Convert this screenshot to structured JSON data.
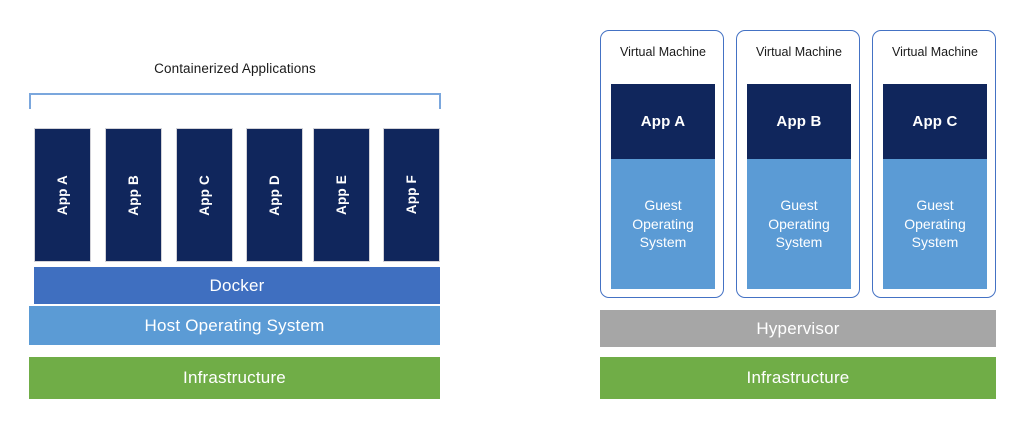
{
  "diagram": {
    "title_left": "Containerized Applications",
    "colors": {
      "app_navy": "#10265c",
      "docker_blue": "#3f6fc0",
      "host_os_blue": "#5b9bd5",
      "infrastructure_green": "#70ad47",
      "hypervisor_gray": "#a6a6a6",
      "vm_border_blue": "#4472c4",
      "bracket_blue": "#7ba7dd"
    }
  },
  "containers": {
    "caption": "Containerized Applications",
    "apps": [
      {
        "label": "App A"
      },
      {
        "label": "App B"
      },
      {
        "label": "App C"
      },
      {
        "label": "App D"
      },
      {
        "label": "App E"
      },
      {
        "label": "App F"
      }
    ],
    "layers": [
      {
        "label": "Docker"
      },
      {
        "label": "Host Operating System"
      },
      {
        "label": "Infrastructure"
      }
    ]
  },
  "virtual_machines": {
    "cards": [
      {
        "title": "Virtual Machine",
        "app": "App A",
        "guest_os_line1": "Guest",
        "guest_os_line2": "Operating",
        "guest_os_line3": "System"
      },
      {
        "title": "Virtual Machine",
        "app": "App B",
        "guest_os_line1": "Guest",
        "guest_os_line2": "Operating",
        "guest_os_line3": "System"
      },
      {
        "title": "Virtual Machine",
        "app": "App C",
        "guest_os_line1": "Guest",
        "guest_os_line2": "Operating",
        "guest_os_line3": "System"
      }
    ],
    "layers": [
      {
        "label": "Hypervisor"
      },
      {
        "label": "Infrastructure"
      }
    ]
  }
}
